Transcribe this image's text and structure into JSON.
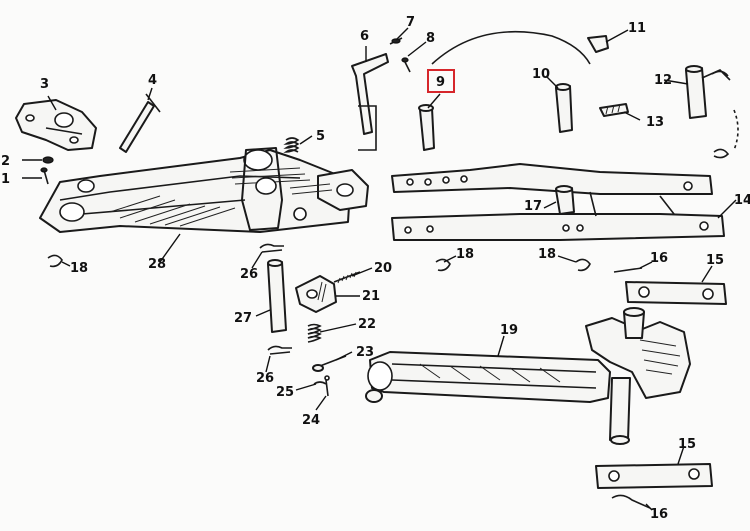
{
  "diagram": {
    "highlight_color": "#d6262b",
    "callouts": [
      {
        "id": "c1",
        "label": "1"
      },
      {
        "id": "c2",
        "label": "2"
      },
      {
        "id": "c3",
        "label": "3"
      },
      {
        "id": "c4",
        "label": "4"
      },
      {
        "id": "c5",
        "label": "5"
      },
      {
        "id": "c6",
        "label": "6"
      },
      {
        "id": "c7",
        "label": "7"
      },
      {
        "id": "c8",
        "label": "8"
      },
      {
        "id": "c9",
        "label": "9",
        "highlighted": true
      },
      {
        "id": "c10",
        "label": "10"
      },
      {
        "id": "c11",
        "label": "11"
      },
      {
        "id": "c12",
        "label": "12"
      },
      {
        "id": "c13",
        "label": "13"
      },
      {
        "id": "c14",
        "label": "14"
      },
      {
        "id": "c15a",
        "label": "15"
      },
      {
        "id": "c15b",
        "label": "15"
      },
      {
        "id": "c16a",
        "label": "16"
      },
      {
        "id": "c16b",
        "label": "16"
      },
      {
        "id": "c17",
        "label": "17"
      },
      {
        "id": "c18a",
        "label": "18"
      },
      {
        "id": "c18b",
        "label": "18"
      },
      {
        "id": "c18c",
        "label": "18"
      },
      {
        "id": "c19",
        "label": "19"
      },
      {
        "id": "c20",
        "label": "20"
      },
      {
        "id": "c21",
        "label": "21"
      },
      {
        "id": "c22",
        "label": "22"
      },
      {
        "id": "c23",
        "label": "23"
      },
      {
        "id": "c24",
        "label": "24"
      },
      {
        "id": "c25",
        "label": "25"
      },
      {
        "id": "c26a",
        "label": "26"
      },
      {
        "id": "c26b",
        "label": "26"
      },
      {
        "id": "c27",
        "label": "27"
      },
      {
        "id": "c28",
        "label": "28"
      }
    ]
  }
}
